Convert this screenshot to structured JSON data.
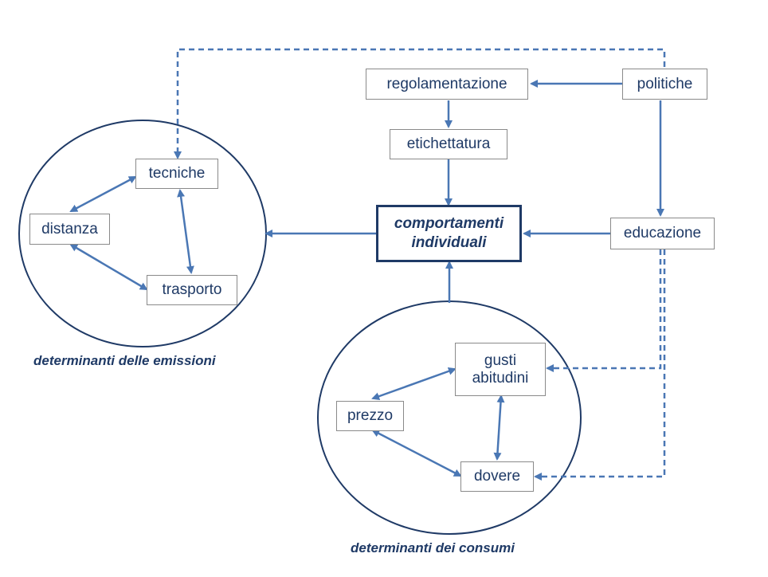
{
  "nodes": {
    "regolamentazione": "regolamentazione",
    "politiche": "politiche",
    "etichettatura": "etichettatura",
    "comportamenti_line1": "comportamenti",
    "comportamenti_line2": "individuali",
    "educazione": "educazione",
    "tecniche": "tecniche",
    "distanza": "distanza",
    "trasporto": "trasporto",
    "gusti_line1": "gusti",
    "gusti_line2": "abitudini",
    "prezzo": "prezzo",
    "dovere": "dovere"
  },
  "captions": {
    "emissioni": "determinanti delle emissioni",
    "consumi": "determinanti dei consumi"
  },
  "colors": {
    "arrow": "#4a77b4",
    "ellipse": "#1f3a66",
    "text": "#1f3a66"
  }
}
